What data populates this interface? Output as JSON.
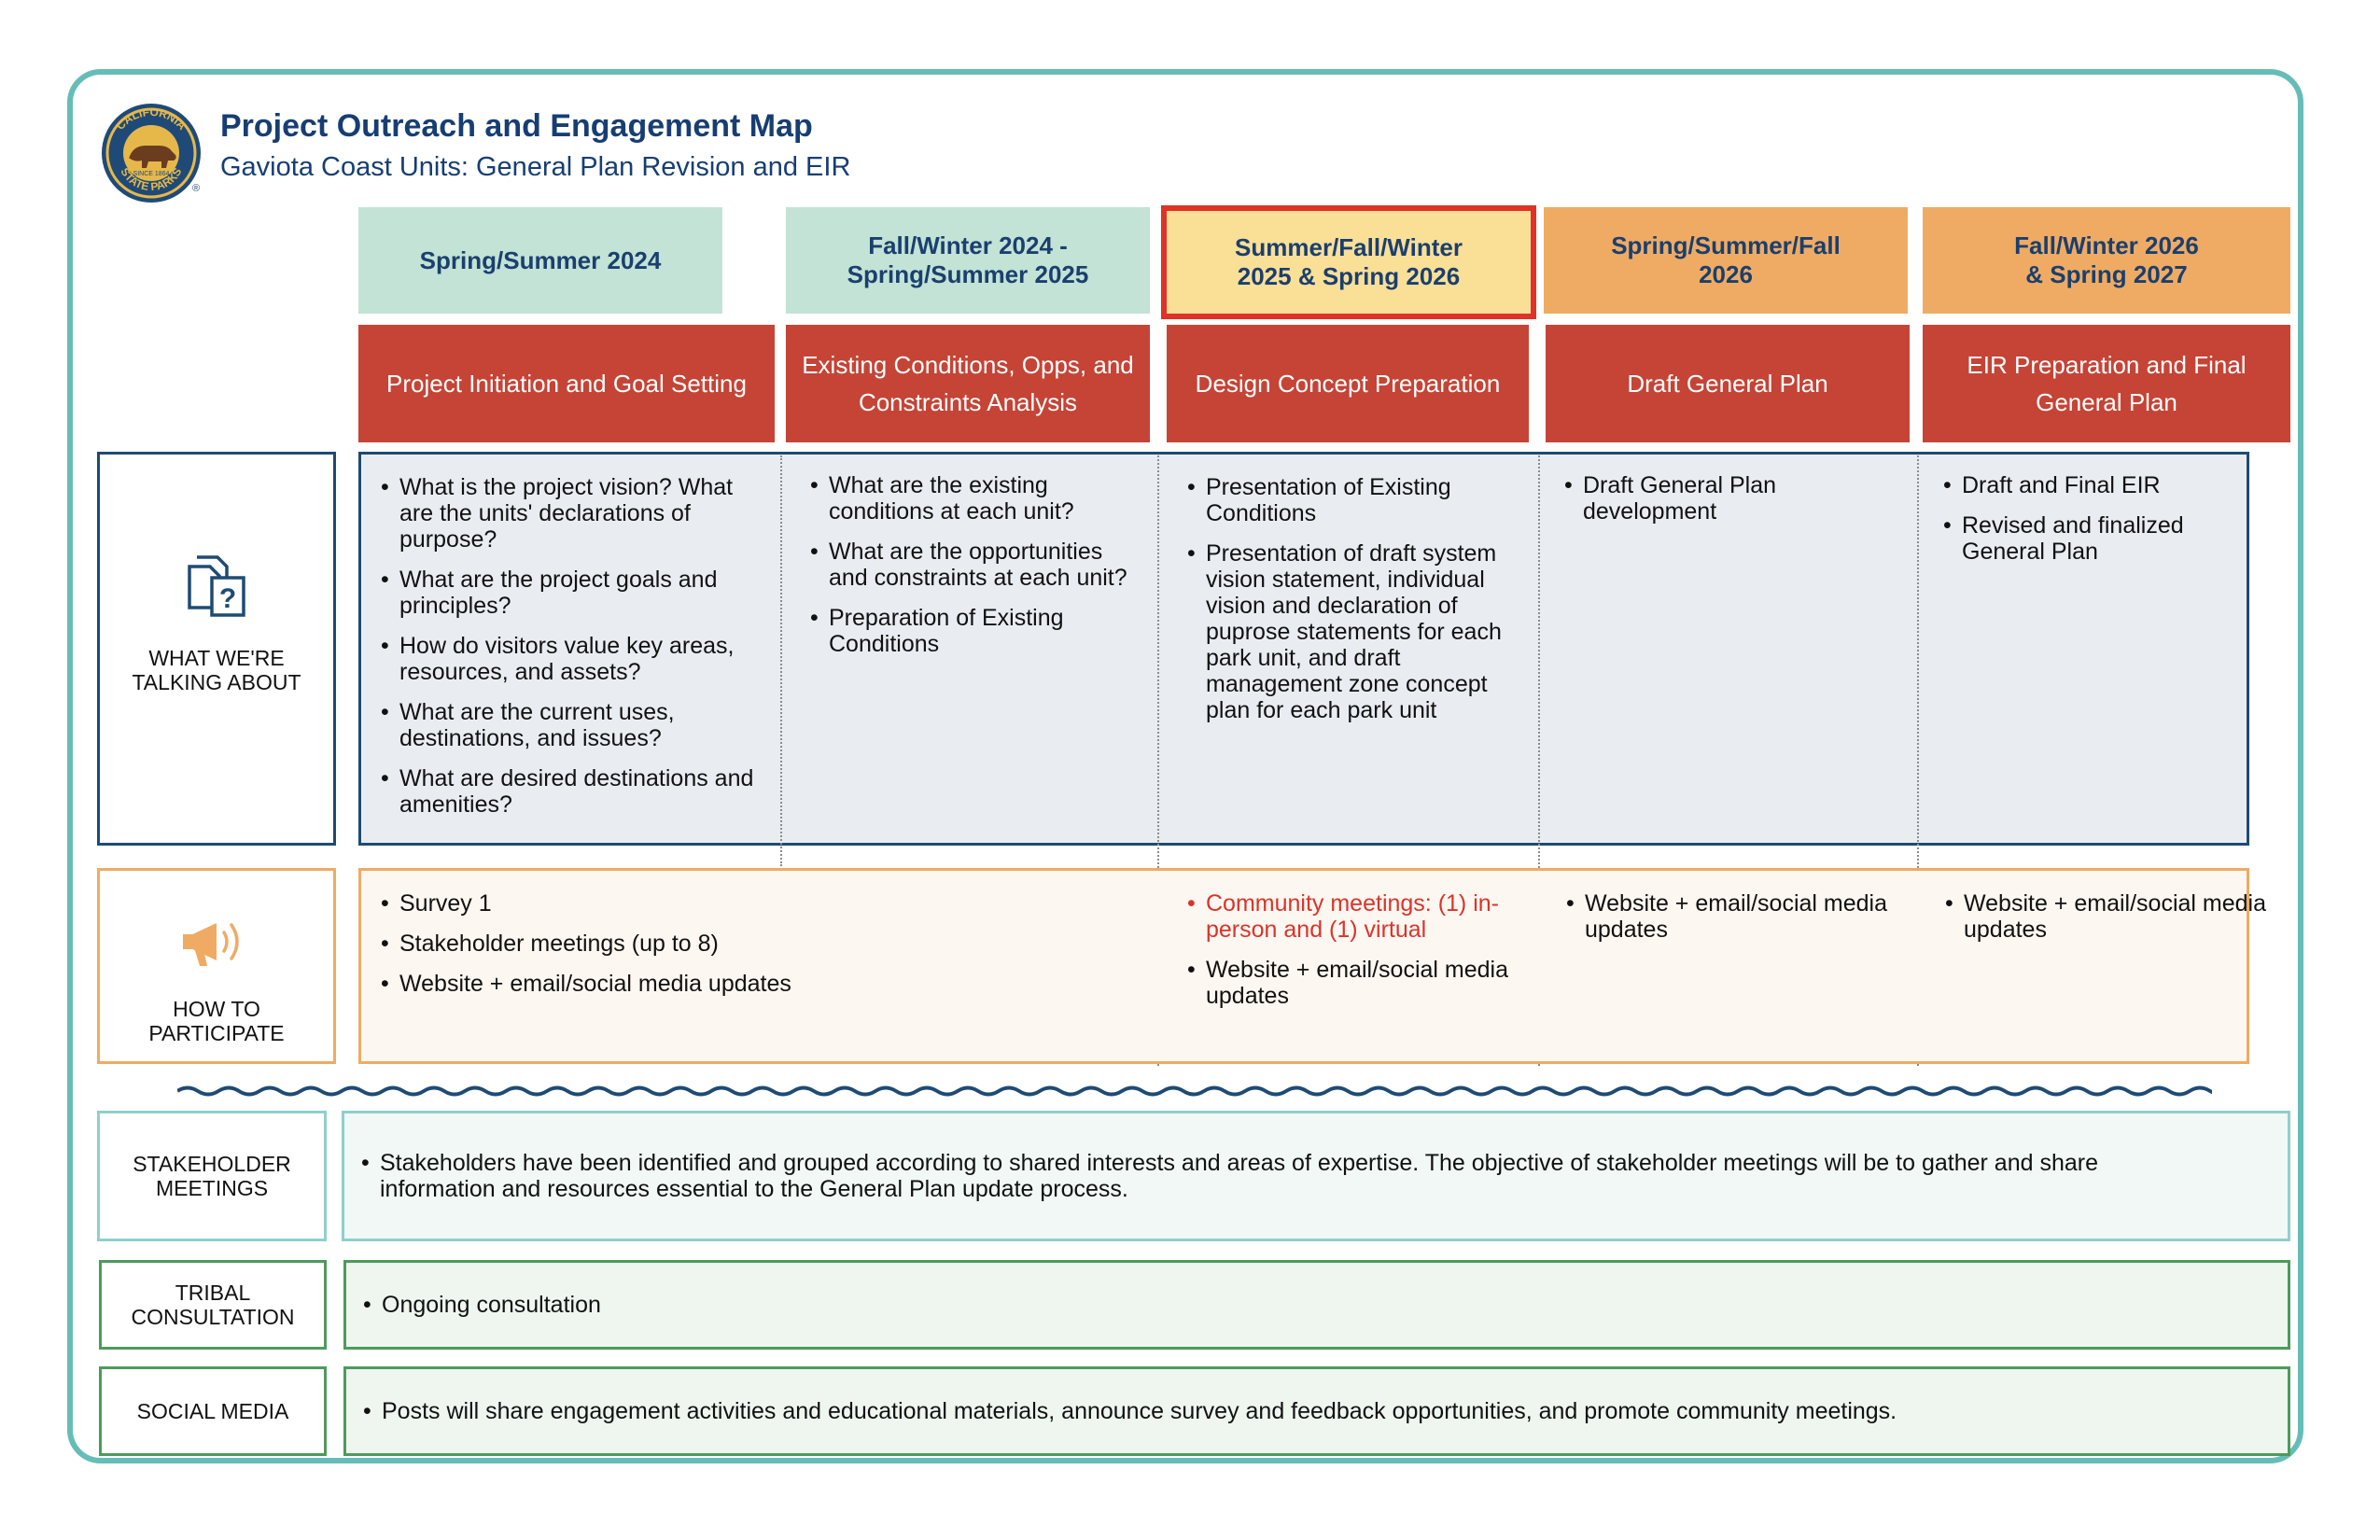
{
  "header": {
    "title": "Project Outreach and Engagement Map",
    "subtitle": "Gaviota Coast Units: General Plan Revision and EIR",
    "logo": {
      "top_text": "CALIFORNIA",
      "bottom_text": "STATE PARKS",
      "since": "SINCE 1864",
      "mark": "®"
    }
  },
  "colors": {
    "frame": "#66bdb7",
    "navy": "#1e4b73",
    "phase_red": "#c54436",
    "period_green": "#c2e3d5",
    "period_yellow": "#fadf97",
    "period_orange": "#efab63",
    "highlight_border": "#e03226",
    "accent_red_text": "#d9342b"
  },
  "periods": [
    {
      "label": "Spring/Summer 2024"
    },
    {
      "label": "Fall/Winter 2024 -\nSpring/Summer 2025"
    },
    {
      "label": "Summer/Fall/Winter\n2025 & Spring 2026"
    },
    {
      "label": "Spring/Summer/Fall\n2026"
    },
    {
      "label": "Fall/Winter 2026\n& Spring 2027"
    }
  ],
  "phases": [
    {
      "label": "Project Initiation and Goal Setting"
    },
    {
      "label": "Existing Conditions, Opps, and Constraints Analysis"
    },
    {
      "label": "Design Concept Preparation"
    },
    {
      "label": "Draft General Plan"
    },
    {
      "label": "EIR Preparation and Final General Plan"
    }
  ],
  "talking": {
    "label": "WHAT WE'RE\nTALKING ABOUT",
    "icon": "documents-question-icon",
    "columns": [
      [
        "What is the project vision? What are the units' declarations of purpose?",
        "What are the project goals and principles?",
        "How do visitors value key areas, resources, and assets?",
        "What are the current uses, destinations, and issues?",
        "What are desired destinations and amenities?"
      ],
      [
        "What are the existing conditions at each unit?",
        "What are the opportunities and constraints at each unit?",
        "Preparation of Existing Conditions"
      ],
      [
        "Presentation of Existing Conditions",
        "Presentation of draft system vision statement, individual vision and declaration of puprose statements for each park unit, and draft management zone concept plan for each park unit"
      ],
      [
        "Draft General Plan development"
      ],
      [
        "Draft and Final EIR",
        "Revised and finalized General Plan"
      ]
    ]
  },
  "participate": {
    "label": "HOW TO\nPARTICIPATE",
    "icon": "megaphone-icon",
    "first": [
      "Survey 1",
      "Stakeholder meetings (up to 8)",
      "Website + email/social media updates"
    ],
    "third_highlight": "Community meetings: (1) in-person and (1) virtual",
    "third": [
      "Website + email/social media updates"
    ],
    "fourth": [
      "Website + email/social media updates"
    ],
    "fifth": [
      "Website + email/social media updates"
    ]
  },
  "rows": [
    {
      "label": "STAKEHOLDER\nMEETINGS",
      "text": "Stakeholders have been identified and grouped according to shared interests and areas of expertise. The objective of stakeholder meetings will be to gather and share information and resources essential to the General Plan update process."
    },
    {
      "label": "TRIBAL\nCONSULTATION",
      "text": "Ongoing consultation"
    },
    {
      "label": "SOCIAL MEDIA",
      "text": "Posts will share engagement activities and educational materials, announce survey and feedback opportunities, and promote community meetings."
    }
  ]
}
